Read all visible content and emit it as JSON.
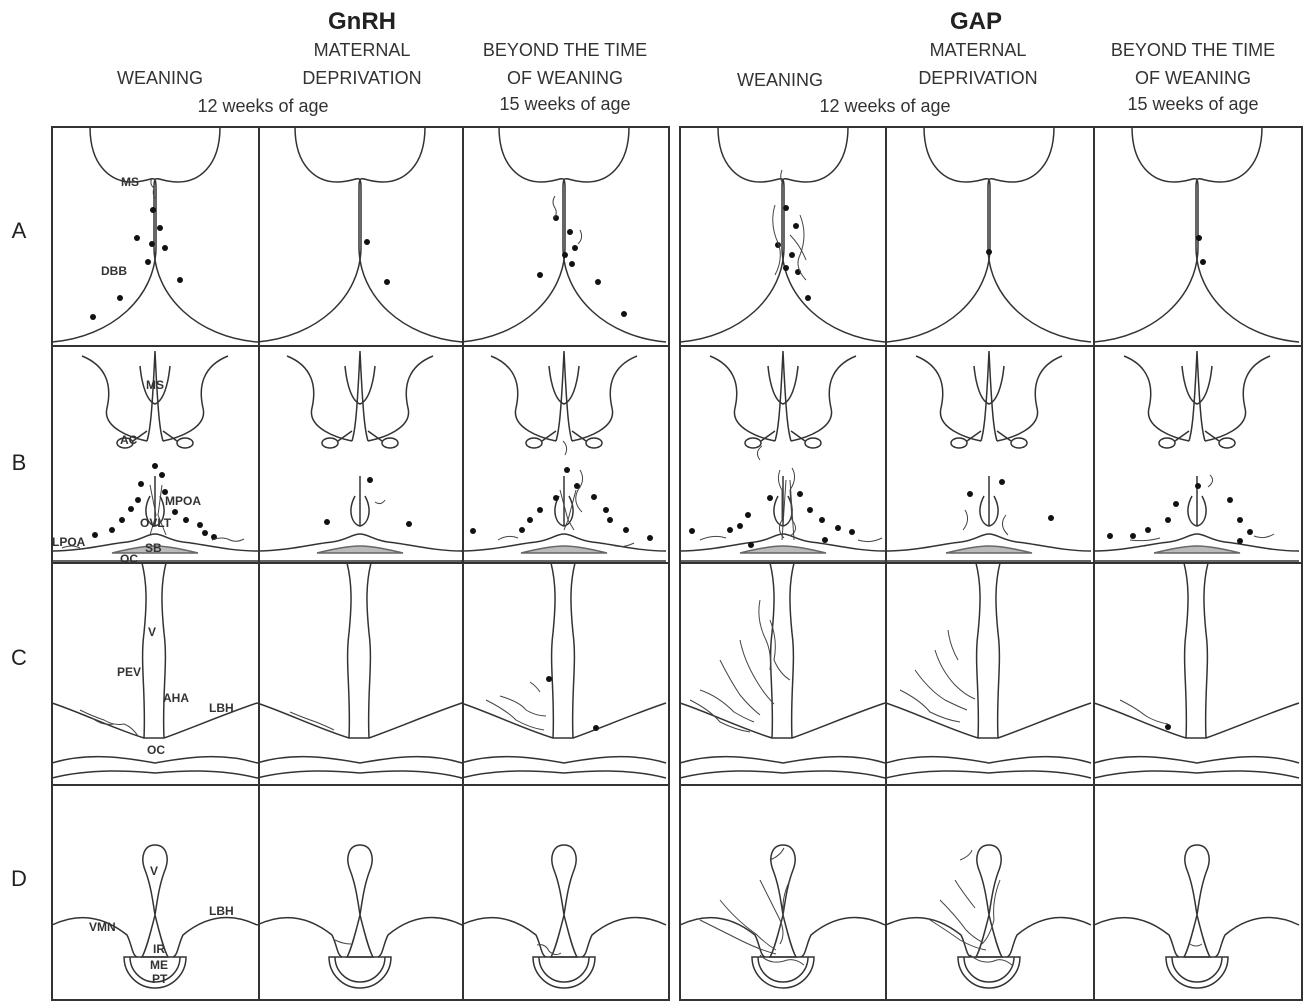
{
  "groups": [
    {
      "title": "GnRH"
    },
    {
      "title": "GAP"
    }
  ],
  "headers": {
    "gnrh_weaning": "WEANING",
    "gnrh_maternal": "MATERNAL\nDEPRIVATION",
    "gnrh_age12": "12 weeks of age",
    "gnrh_beyond": "BEYOND THE TIME\nOF WEANING",
    "gnrh_age15": "15 weeks of age",
    "gap_weaning": "WEANING",
    "gap_maternal": "MATERNAL\nDEPRIVATION",
    "gap_age12": "12 weeks of age",
    "gap_beyond": "BEYOND THE TIME\nOF WEANING",
    "gap_age15": "15 weeks of age"
  },
  "rows": [
    "A",
    "B",
    "C",
    "D"
  ],
  "region_labels": {
    "ms_a": "MS",
    "dbb": "DBB",
    "ms_b": "MS",
    "ac": "AC",
    "mpoa": "MPOA",
    "ovlt": "OVLT",
    "lpoa": "LPOA",
    "sb": "SB",
    "oc_b": "OC",
    "v_c": "V",
    "pev": "PEV",
    "aha": "AHA",
    "lbh_c": "LBH",
    "oc_c": "OC",
    "v_d": "V",
    "vmn": "VMN",
    "lbh_d": "LBH",
    "ir": "IR",
    "me": "ME",
    "pt": "PT"
  }
}
